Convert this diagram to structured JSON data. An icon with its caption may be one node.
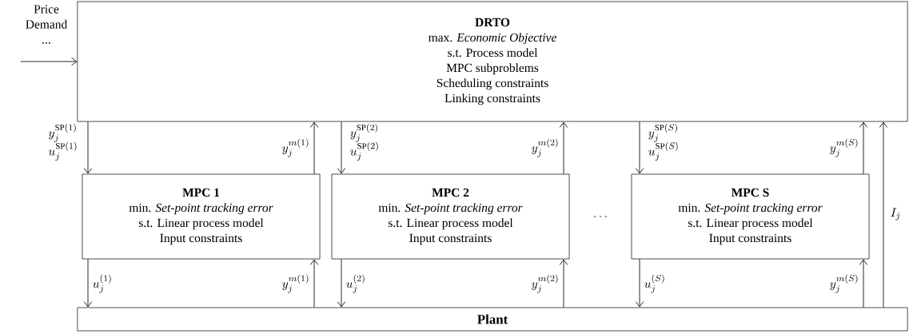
{
  "diagram": {
    "nodes": [
      {
        "text": [
          "DRTO",
          "max. *Economic Objective*",
          "s.t. Process model",
          "MPC subproblems",
          "Scheduling constraints",
          "Linking constraints"
        ]
      },
      {
        "text": [
          "MPC 1",
          "min. *Set-point tracking error*",
          "s.t. Linear process model",
          "Input constraints"
        ]
      },
      {
        "text": [
          "MPC 2",
          "min. *Set-point tracking error*",
          "s.t. Linear process model",
          "Input constraints"
        ]
      },
      {
        "text": [
          "MPC S",
          "min. *Set-point tracking error*",
          "s.t. Linear process model",
          "Input constraints"
        ]
      },
      {
        "text": [
          "Plant"
        ]
      },
      {
        "text": [
          "Price Demand ..."
        ]
      }
    ],
    "edges": [
      {
        "from": 0,
        "to": 1,
        "arrow": "to",
        "label": "\\begin{array}{l}y_j^{\\mathrm{SP}(1)}\\\\ u_j^{\\mathrm{SP}(1)}\\end{array}"
      },
      {
        "from": 1,
        "to": 0,
        "arrow": "to",
        "label": "y_j^{m(1)}"
      },
      {
        "from": 0,
        "to": 2,
        "arrow": "to",
        "label": "\\begin{array}{l}y_j^{\\mathrm{SP}(2)}\\\\ u_j^{\\mathrm{SP}(2)}\\end{array}"
      },
      {
        "from": 2,
        "to": 0,
        "arrow": "to",
        "label": "y_j^{m(2)}"
      },
      {
        "from": 0,
        "to": 3,
        "arrow": "to",
        "label": "\\begin{array}{l}y_j^{\\mathrm{SP}(S)}\\\\ u_j^{\\mathrm{SP}(S)}\\end{array}"
      },
      {
        "from": 3,
        "to": 0,
        "arrow": "to",
        "label": "y_j^{m(S)}"
      },
      {
        "from": 1,
        "to": 4,
        "arrow": "to",
        "label": "u_j^{(1)}"
      },
      {
        "from": 4,
        "to": 1,
        "arrow": "to",
        "label": "y_j^{m(1)}"
      },
      {
        "from": 2,
        "to": 4,
        "arrow": "to",
        "label": "u_j^{(2)}"
      },
      {
        "from": 4,
        "to": 2,
        "arrow": "to",
        "label": "y_j^{m(2)}"
      },
      {
        "from": 3,
        "to": 4,
        "arrow": "to",
        "label": "u_j^{(S)}"
      },
      {
        "from": 4,
        "to": 3,
        "arrow": "to",
        "label": "y_j^{m(S)}"
      },
      {
        "from": 4,
        "to": 0,
        "arrow": "to",
        "label": "I_j"
      },
      {
        "from": 5,
        "to": 0,
        "arrow": "to"
      }
    ],
    "labels": [
      "\\dots"
    ]
  }
}
